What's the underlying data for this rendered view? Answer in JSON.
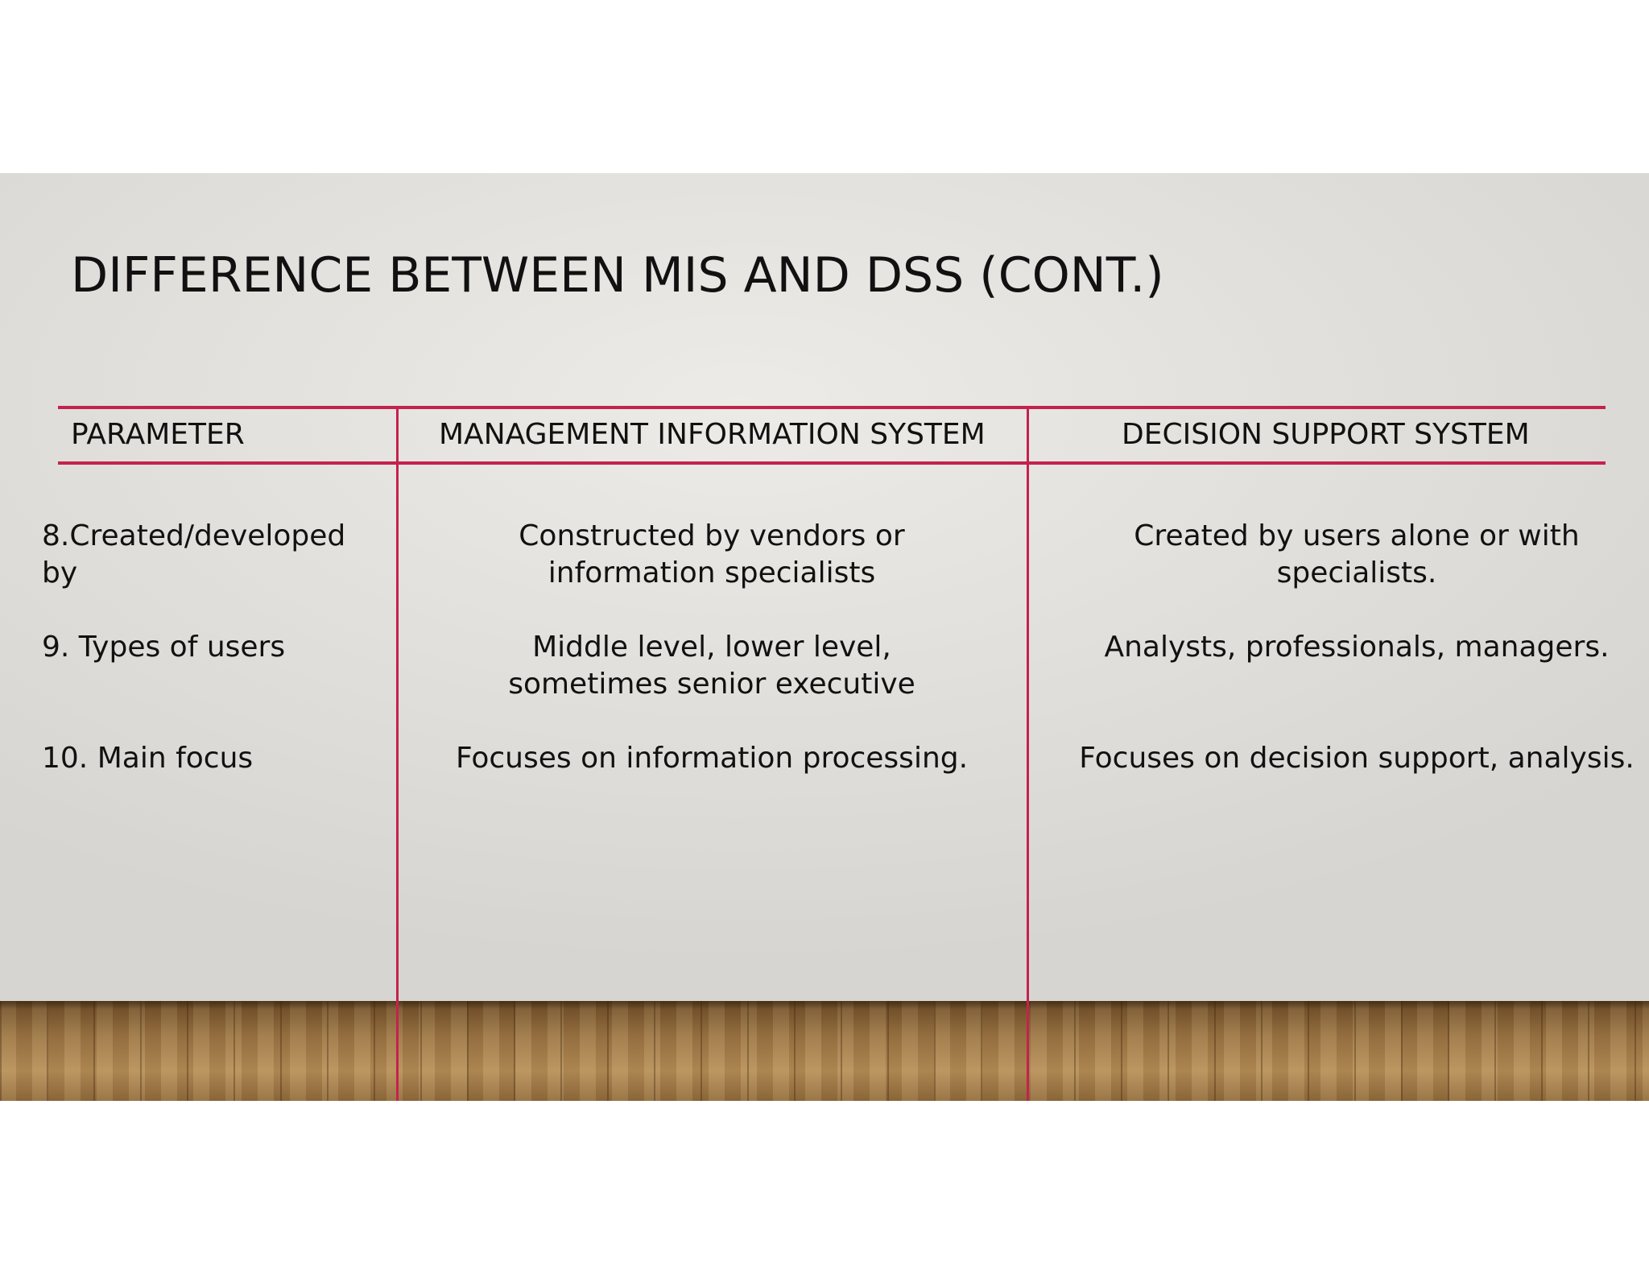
{
  "slide": {
    "title": "DIFFERENCE BETWEEN MIS AND DSS (CONT.)",
    "table": {
      "headers": [
        "PARAMETER",
        "MANAGEMENT INFORMATION SYSTEM",
        "DECISION SUPPORT SYSTEM"
      ],
      "rows": [
        [
          "8.Created/developed by",
          "Constructed by vendors or information specialists",
          "Created by users alone or with specialists."
        ],
        [
          "9. Types of users",
          "Middle level, lower level, sometimes senior executive",
          "Analysts, professionals, managers."
        ],
        [
          "10. Main focus",
          "Focuses on information processing.",
          "Focuses on decision support, analysis."
        ]
      ]
    },
    "colors": {
      "rule": "#c4224c",
      "text": "#111111"
    }
  }
}
